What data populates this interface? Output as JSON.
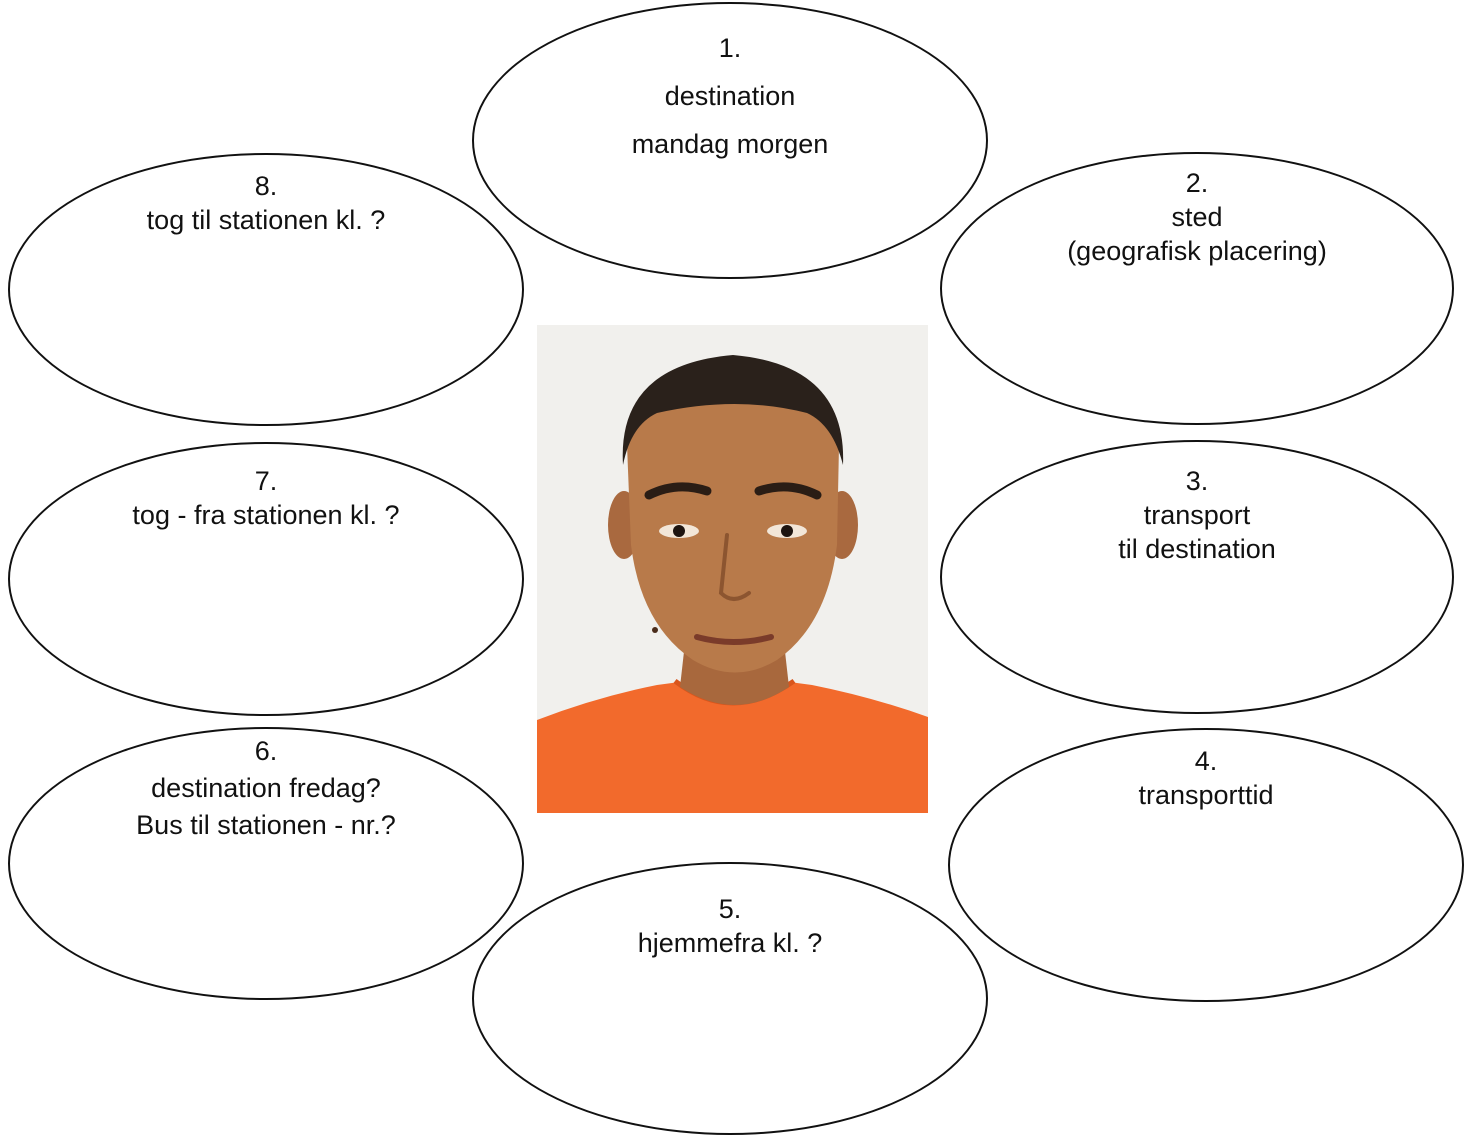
{
  "bubbles": [
    {
      "number": "1.",
      "line1": "destination",
      "line2": "mandag morgen"
    },
    {
      "number": "2.",
      "line1": "sted",
      "line2": "(geografisk placering)"
    },
    {
      "number": "3.",
      "line1": "transport",
      "line2": "til destination"
    },
    {
      "number": "4.",
      "line1": "transporttid"
    },
    {
      "number": "5.",
      "line1": "hjemmefra kl. ?"
    },
    {
      "number": "6.",
      "line1": "destination fredag?",
      "line2": "Bus til stationen - nr.?"
    },
    {
      "number": "7.",
      "line1": "tog - fra stationen kl. ?"
    },
    {
      "number": "8.",
      "line1": "tog til stationen kl. ?"
    }
  ],
  "colors": {
    "outline": "#111111",
    "shirt": "#f26a2c",
    "skin": "#b87a4a",
    "photo_background": "#f1f0ed"
  }
}
